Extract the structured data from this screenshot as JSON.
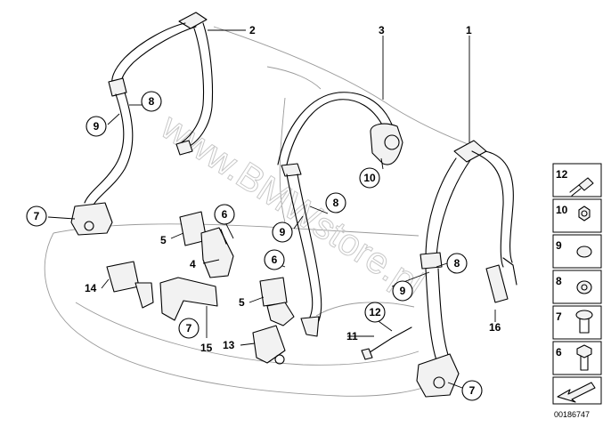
{
  "diagram": {
    "watermark": "www.BMWstore.pl",
    "image_id": "00186747",
    "labels": {
      "l1": "1",
      "l2": "2",
      "l3": "3",
      "l4": "4",
      "l5a": "5",
      "l5b": "5",
      "l6a": "6",
      "l6b": "6",
      "l7a": "7",
      "l7b": "7",
      "l7c": "7",
      "l8a": "8",
      "l8b": "8",
      "l8c": "8",
      "l9a": "9",
      "l9b": "9",
      "l9c": "9",
      "l10": "10",
      "l11": "11",
      "l12": "12",
      "l13": "13",
      "l14": "14",
      "l15": "15",
      "l16": "16"
    },
    "legend": [
      {
        "num": "12",
        "icon": "screw-icon"
      },
      {
        "num": "10",
        "icon": "hex-nut-icon"
      },
      {
        "num": "9",
        "icon": "cap-icon"
      },
      {
        "num": "8",
        "icon": "cover-cap-icon"
      },
      {
        "num": "7",
        "icon": "torx-bolt-icon"
      },
      {
        "num": "6",
        "icon": "hex-bolt-icon"
      },
      {
        "num": "",
        "icon": "direction-arrow-icon"
      }
    ]
  }
}
